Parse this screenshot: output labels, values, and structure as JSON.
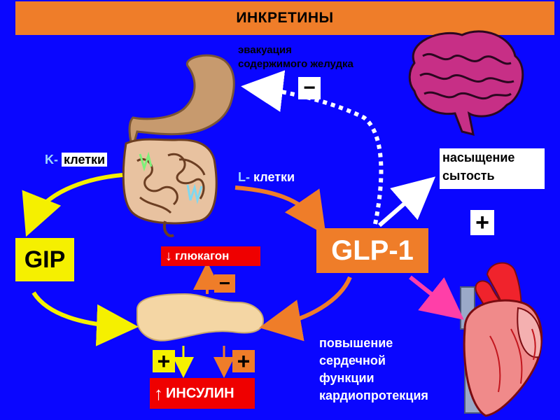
{
  "title": "ИНКРЕТИНЫ",
  "stomach_label": "эвакуация\nсодержимого желудка",
  "minus_sign": "−",
  "plus_sign": "+",
  "k_cells": {
    "prefix": "K-",
    "label": "клетки"
  },
  "l_cells": {
    "prefix": "L-",
    "label": "клетки"
  },
  "gip": "GIP",
  "glp1": "GLP-1",
  "satiety": "насыщение\nсытость",
  "glucagon": "глюкагон",
  "insulin": "ИНСУЛИН",
  "heart_text": "повышение\nсердечной\nфункции\nкардиопротекция",
  "colors": {
    "background": "#0a06ff",
    "banner": "#ef7d29",
    "yellow": "#f5f000",
    "orange": "#ef7d29",
    "red": "#ef0000",
    "pink_arrow": "#ff3fa8"
  }
}
